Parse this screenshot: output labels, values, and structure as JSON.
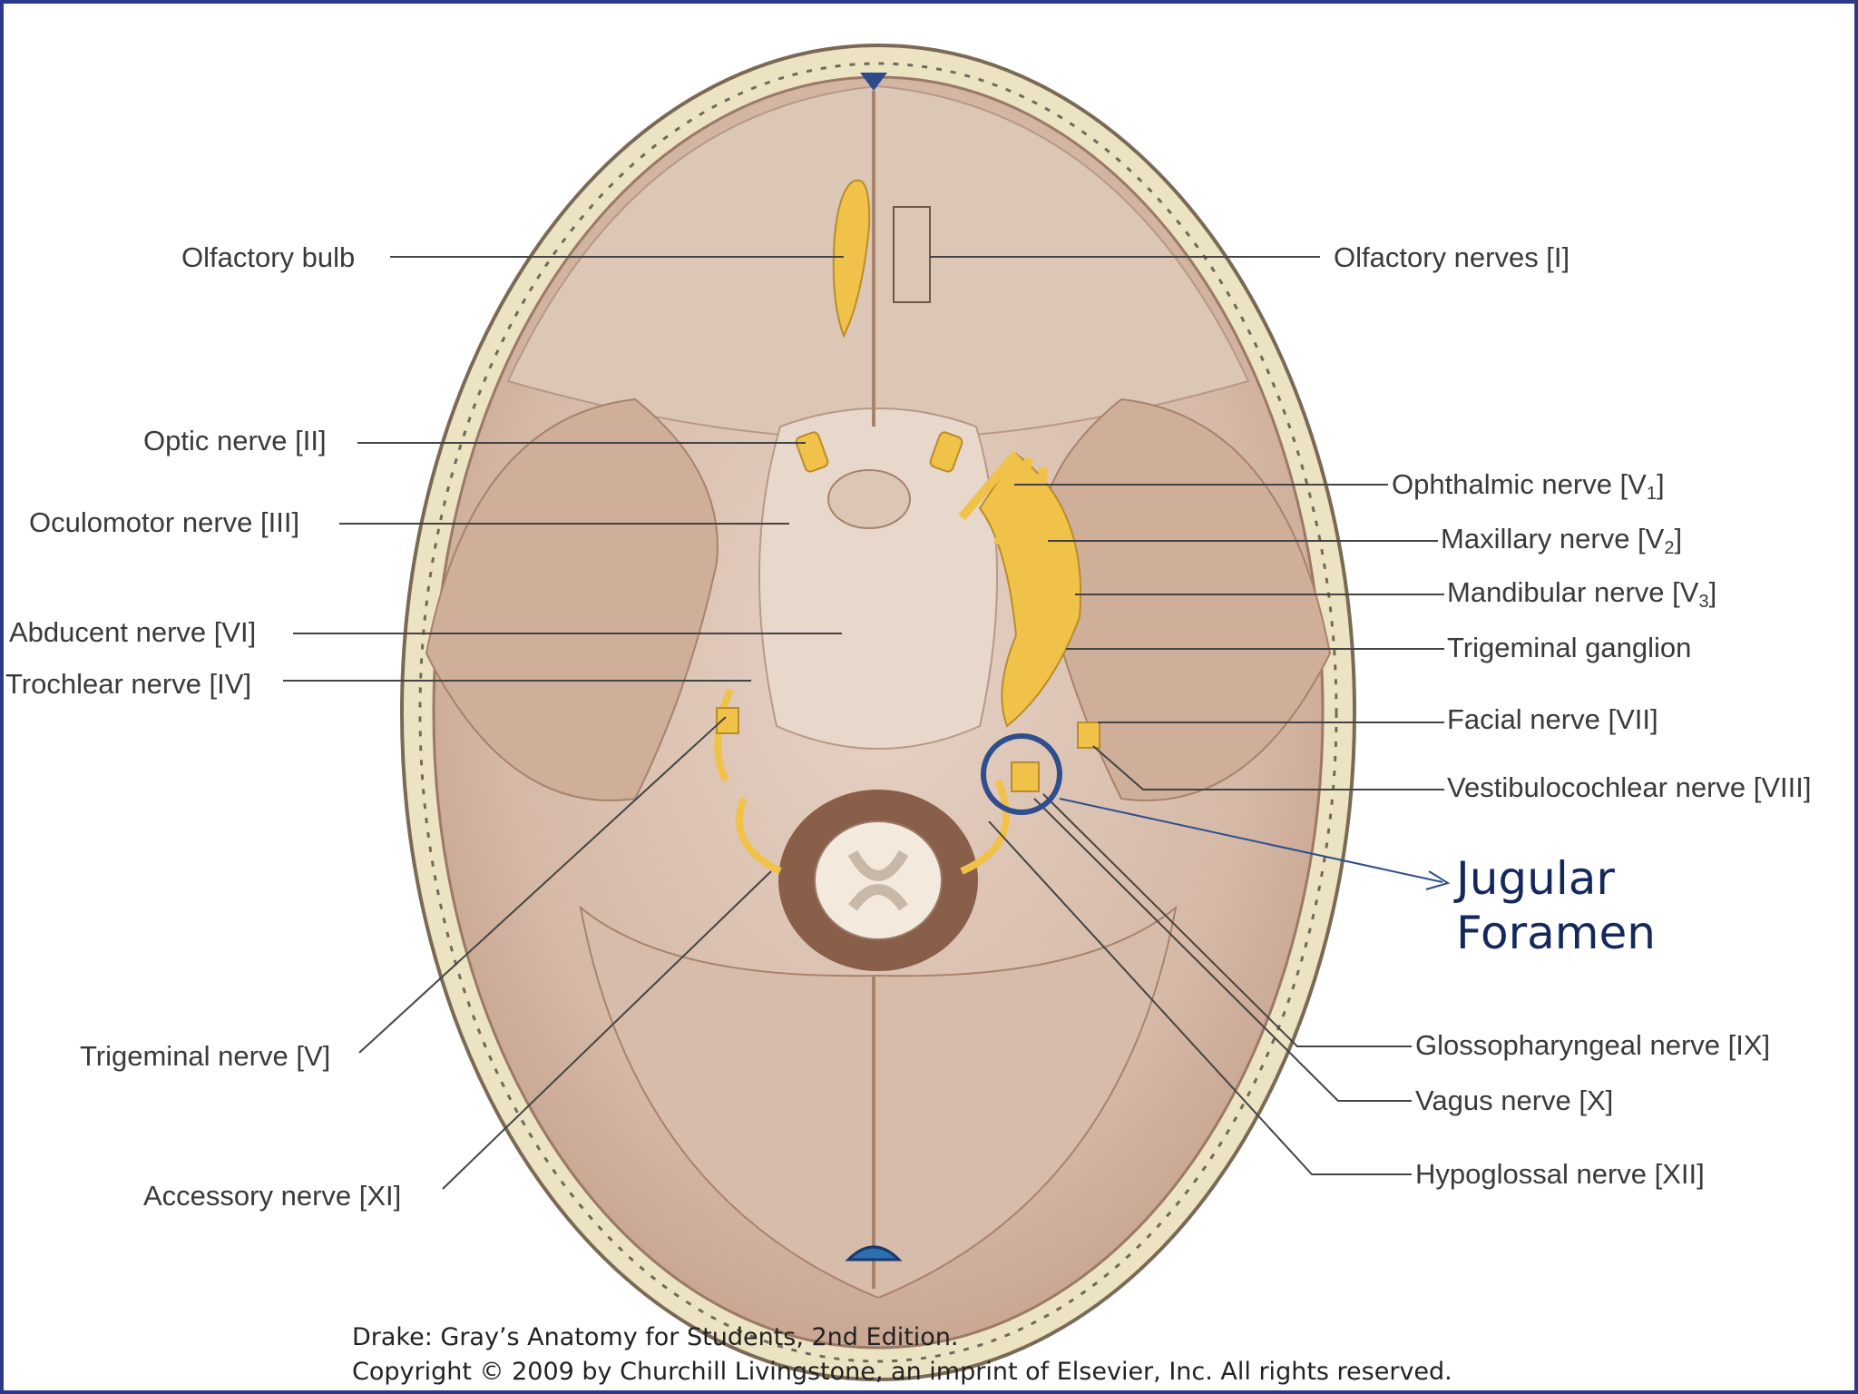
{
  "labels_left": {
    "olfactory_bulb": "Olfactory bulb",
    "optic_nerve": "Optic nerve [II]",
    "oculomotor_nerve": "Oculomotor nerve [III]",
    "abducent_nerve": "Abducent nerve [VI]",
    "trochlear_nerve": "Trochlear nerve [IV]",
    "trigeminal_nerve": "Trigeminal nerve [V]",
    "accessory_nerve": "Accessory nerve [XI]"
  },
  "labels_right": {
    "olfactory_nerves": "Olfactory nerves [I]",
    "ophthalmic_nerve": "Ophthalmic nerve [V",
    "ophthalmic_sub": "1",
    "maxillary_nerve": "Maxillary nerve [V",
    "maxillary_sub": "2",
    "mandibular_nerve": "Mandibular nerve [V",
    "mandibular_sub": "3",
    "bracket_close": "]",
    "trigeminal_ganglion": "Trigeminal ganglion",
    "facial_nerve": "Facial nerve [VII]",
    "vestibulocochlear_nerve": "Vestibulocochlear nerve [VIII]",
    "glossopharyngeal_nerve": "Glossopharyngeal nerve [IX]",
    "vagus_nerve": "Vagus nerve [X]",
    "hypoglossal_nerve": "Hypoglossal nerve [XII]"
  },
  "annotation": {
    "line1": "Jugular",
    "line2": "Foramen"
  },
  "caption": {
    "line1": "Drake: Gray’s Anatomy for Students, 2nd Edition.",
    "line2": "Copyright © 2009 by Churchill Livingstone, an imprint of Elsevier, Inc. All rights reserved."
  },
  "colors": {
    "frame": "#2d3a8c",
    "skull_fossa": "#d9bfae",
    "bone_rim": "#ece3c3",
    "nerve": "#f0c24a",
    "annotation": "#14285c",
    "leader_line": "#444444"
  }
}
